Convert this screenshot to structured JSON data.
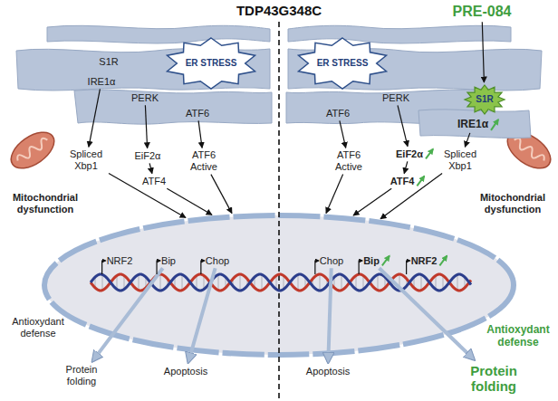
{
  "diagram": {
    "title": "TDP43G348C",
    "nodes": [
      {},
      {
        "text": [
          "S1R"
        ],
        "in": 0
      },
      {
        "text": [
          "IRE1α"
        ],
        "in": 0
      },
      {
        "text": [
          "ER STRESS"
        ],
        "in": 0
      },
      {
        "text": [
          "PERK"
        ],
        "in": 0
      },
      {
        "text": [
          "ATF6"
        ],
        "in": 0
      },
      {},
      {
        "text": [
          "PRE-084"
        ]
      },
      {
        "text": [
          "ER STRESS"
        ],
        "in": 6
      },
      {
        "text": [
          "S1R"
        ],
        "in": 6
      },
      {
        "text": [
          "PERK"
        ],
        "in": 6
      },
      {
        "text": [
          "ATF6"
        ],
        "in": 6
      },
      {
        "text": [
          "IRE1α"
        ],
        "in": 6
      },
      {
        "text": [
          "Spliced Xbp1"
        ]
      },
      {
        "text": [
          "EiF2α"
        ]
      },
      {
        "text": [
          "ATF4"
        ]
      },
      {
        "text": [
          "ATF6 Active"
        ]
      },
      {
        "text": [
          "ATF6 Active"
        ]
      },
      {
        "text": [
          "EiF2α"
        ]
      },
      {
        "text": [
          "ATF4"
        ]
      },
      {
        "text": [
          "Spliced Xbp1"
        ]
      },
      {},
      {
        "text": [
          "NRF2"
        ],
        "in": 21
      },
      {
        "text": [
          "Bip"
        ],
        "in": 21
      },
      {
        "text": [
          "Chop"
        ],
        "in": 21
      },
      {
        "text": [
          "Chop"
        ],
        "in": 21
      },
      {
        "text": [
          "Bip"
        ],
        "in": 21
      },
      {
        "text": [
          "NRF2"
        ],
        "in": 21
      },
      {
        "text": [
          "Antioxydant defense"
        ]
      },
      {
        "text": [
          "Protein folding"
        ]
      },
      {
        "text": [
          "Apoptosis"
        ]
      },
      {
        "text": [
          "Apoptosis"
        ]
      },
      {
        "text": [
          "Antioxydant defense"
        ]
      },
      {
        "text": [
          "Protein folding"
        ]
      }
    ],
    "edges": [
      {
        "from": 2,
        "to": 13,
        "arrow": "to"
      },
      {
        "from": 4,
        "to": 14,
        "arrow": "to"
      },
      {
        "from": 14,
        "to": 15,
        "arrow": "to"
      },
      {
        "from": 5,
        "to": 16,
        "arrow": "to"
      },
      {
        "from": 13,
        "to": 21,
        "arrow": "to"
      },
      {
        "from": 15,
        "to": 21,
        "arrow": "to"
      },
      {
        "from": 16,
        "to": 21,
        "arrow": "to"
      },
      {
        "from": 7,
        "to": 9,
        "arrow": "to"
      },
      {
        "from": 12,
        "to": 20,
        "arrow": "to"
      },
      {
        "from": 10,
        "to": 18,
        "arrow": "to"
      },
      {
        "from": 18,
        "to": 19,
        "arrow": "to"
      },
      {
        "from": 11,
        "to": 17,
        "arrow": "to"
      },
      {
        "from": 17,
        "to": 21,
        "arrow": "to"
      },
      {
        "from": 19,
        "to": 21,
        "arrow": "to"
      },
      {
        "from": 20,
        "to": 21,
        "arrow": "to"
      },
      {
        "from": 23,
        "to": 29,
        "arrow": "to"
      },
      {
        "from": 24,
        "to": 30,
        "arrow": "to"
      },
      {
        "from": 25,
        "to": 31,
        "arrow": "to"
      },
      {
        "from": 26,
        "to": 33,
        "arrow": "to"
      }
    ],
    "labels": [
      "Mitochondrial dysfunction",
      "Mitochondrial dysfunction"
    ]
  }
}
